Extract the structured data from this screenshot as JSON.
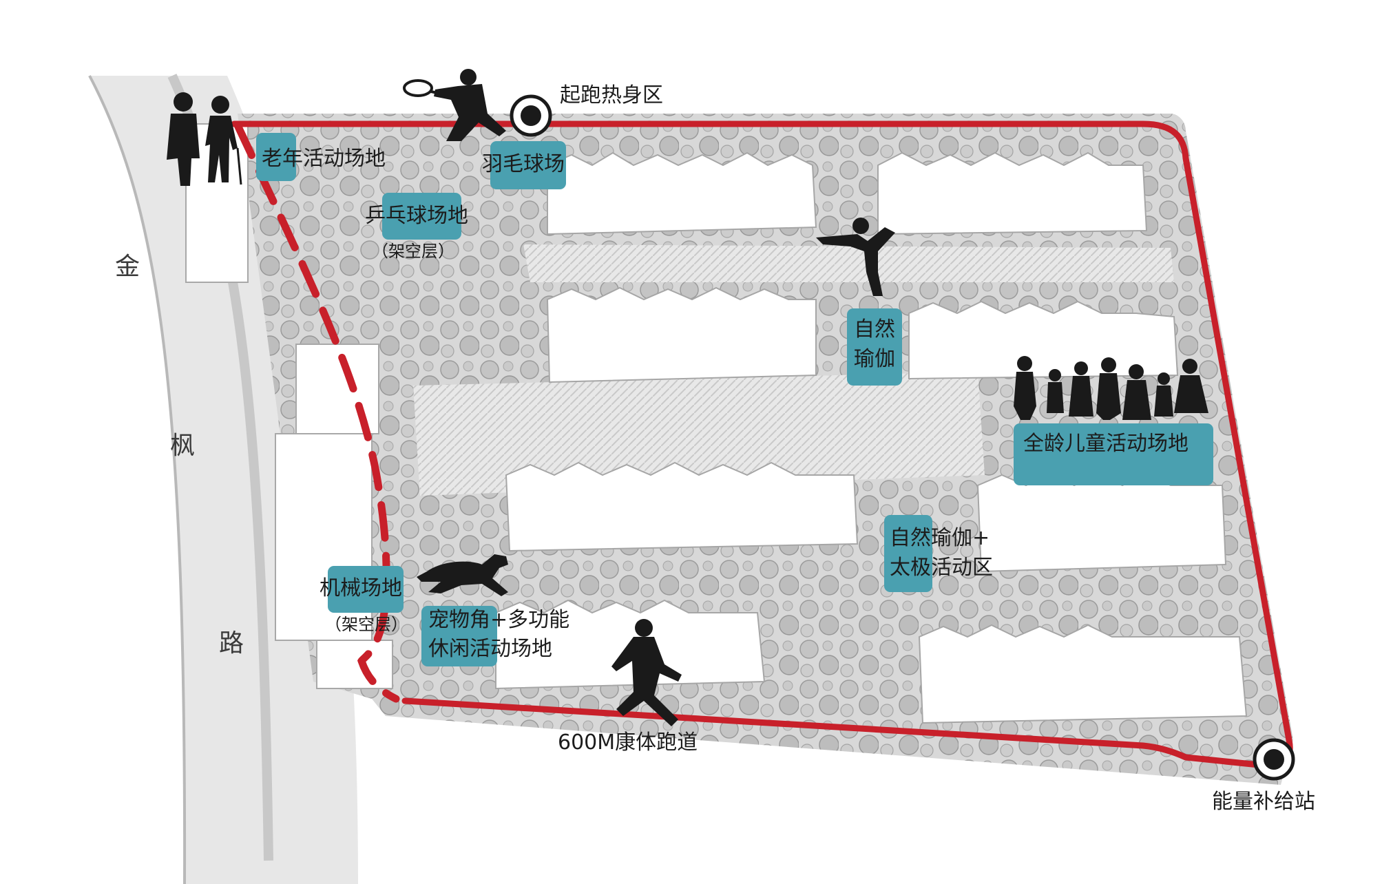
{
  "colors": {
    "route": "#c8202a",
    "teal": "#4aa0b0",
    "building": "#ffffff",
    "ground": "#d9d9d9",
    "tree": "#b5b5b5",
    "silhouette": "#1a1a1a"
  },
  "road_name": [
    "金",
    "枫",
    "路"
  ],
  "labels": {
    "start_zone": "起跑热身区",
    "energy_station": "能量补给站",
    "track": "600M康体跑道",
    "elderly": "老年活动场地",
    "badminton": "羽毛球场",
    "pingpong": "乒乓球场地",
    "pingpong_note": "（架空层）",
    "yoga_line1": "自然",
    "yoga_line2": "瑜伽",
    "children": "全龄儿童活动场地",
    "taichi_line1": "自然瑜伽+",
    "taichi_line2": "太极活动区",
    "fitness": "机械场地",
    "fitness_note": "（架空层）",
    "pet_line1": "宠物角+多功能",
    "pet_line2": "休闲活动场地"
  },
  "icons": [
    "elderly-couple-icon",
    "tennis-player-icon",
    "yoga-pose-icon",
    "children-group-icon",
    "running-dog-icon",
    "runner-icon",
    "start-point-marker-icon",
    "energy-station-marker-icon"
  ]
}
